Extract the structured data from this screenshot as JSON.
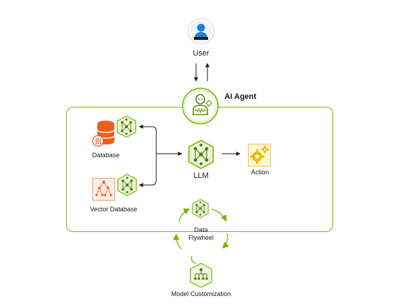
{
  "diagram": {
    "title": "AI Agent",
    "nodes": {
      "user": "User",
      "database": "Database",
      "vector_database": "Vector Database",
      "llm": "LLM",
      "action": "Action",
      "data_flywheel_line1": "Data",
      "data_flywheel_line2": "Flywheel",
      "model_customization": "Model Customization"
    },
    "icons": {
      "user": "user-icon",
      "agent": "robot-icon",
      "database": "database-icon",
      "vector_database": "vector-database-icon",
      "nim": "nim-cube-icon",
      "action": "gear-icon",
      "flywheel": "cycle-arrow-icon",
      "model_customization": "hierarchy-icon"
    },
    "colors": {
      "green": "#76b900",
      "blue": "#1e7fd8",
      "orange": "#e8601c",
      "yellow": "#f5b800",
      "dark": "#2b2b2b"
    }
  }
}
